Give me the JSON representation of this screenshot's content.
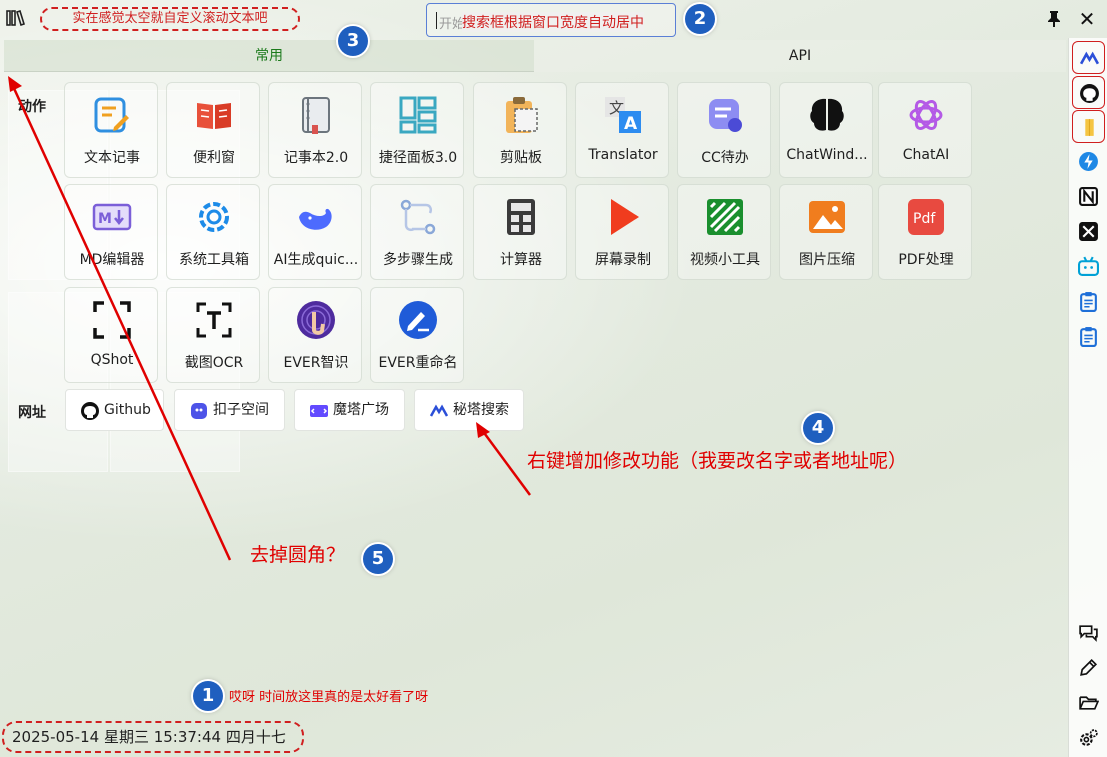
{
  "titlebar": {
    "marquee_text": "实在感觉太空就自定义滚动文本吧",
    "search_placeholder": "开始",
    "search_note": "搜索框根据窗口宽度自动居中"
  },
  "tabs": [
    {
      "label": "常用"
    },
    {
      "label": "API"
    }
  ],
  "sections": {
    "actions_label": "动作",
    "links_label": "网址"
  },
  "actions": [
    {
      "label": "文本记事",
      "icon": "note-pencil-icon"
    },
    {
      "label": "便利窗",
      "icon": "open-book-icon"
    },
    {
      "label": "记事本2.0",
      "icon": "notebook-icon"
    },
    {
      "label": "捷径面板3.0",
      "icon": "panel-grid-icon"
    },
    {
      "label": "剪贴板",
      "icon": "clipboard-icon"
    },
    {
      "label": "Translator",
      "icon": "translate-icon"
    },
    {
      "label": "CC待办",
      "icon": "todo-icon"
    },
    {
      "label": "ChatWind...",
      "icon": "brain-icon"
    },
    {
      "label": "ChatAI",
      "icon": "openai-icon"
    },
    {
      "label": "MD编辑器",
      "icon": "markdown-icon"
    },
    {
      "label": "系统工具箱",
      "icon": "gear-icon"
    },
    {
      "label": "AI生成quic...",
      "icon": "whale-icon"
    },
    {
      "label": "多步骤生成",
      "icon": "workflow-icon"
    },
    {
      "label": "计算器",
      "icon": "calculator-icon"
    },
    {
      "label": "屏幕录制",
      "icon": "play-icon"
    },
    {
      "label": "视频小工具",
      "icon": "ffmpeg-icon"
    },
    {
      "label": "图片压缩",
      "icon": "image-icon"
    },
    {
      "label": "PDF处理",
      "icon": "pdf-icon"
    },
    {
      "label": "QShot",
      "icon": "screenshot-frame-icon"
    },
    {
      "label": "截图OCR",
      "icon": "ocr-icon"
    },
    {
      "label": "EVER智识",
      "icon": "fingerprint-icon"
    },
    {
      "label": "EVER重命名",
      "icon": "rename-pen-icon"
    }
  ],
  "links": [
    {
      "label": "Github",
      "icon": "github-icon"
    },
    {
      "label": "扣子空间",
      "icon": "coze-icon"
    },
    {
      "label": "魔塔广场",
      "icon": "modelscope-icon"
    },
    {
      "label": "秘塔搜索",
      "icon": "metaso-icon"
    }
  ],
  "sidebar_icons": [
    "metaso-icon",
    "github-icon",
    "folder-icon",
    "bolt-icon",
    "notion-icon",
    "x-icon",
    "bilibili-icon",
    "clipboard-icon",
    "clipboard-icon",
    "chat-icon",
    "pen-icon",
    "folder-open-icon",
    "settings-icon"
  ],
  "status": {
    "datetime": "2025-05-14 星期三 15:37:44 四月十七"
  },
  "annotations": {
    "a1": "哎呀 时间放这里真的是太好看了呀",
    "a4": "右键增加修改功能（我要改名字或者地址呢）",
    "a5": "去掉圆角？",
    "n1": "1",
    "n2": "2",
    "n3": "3",
    "n4": "4",
    "n5": "5"
  },
  "colors": {
    "accent": "#1c7a1c",
    "annotation": "#e00000",
    "badge": "#1f5fbf"
  }
}
